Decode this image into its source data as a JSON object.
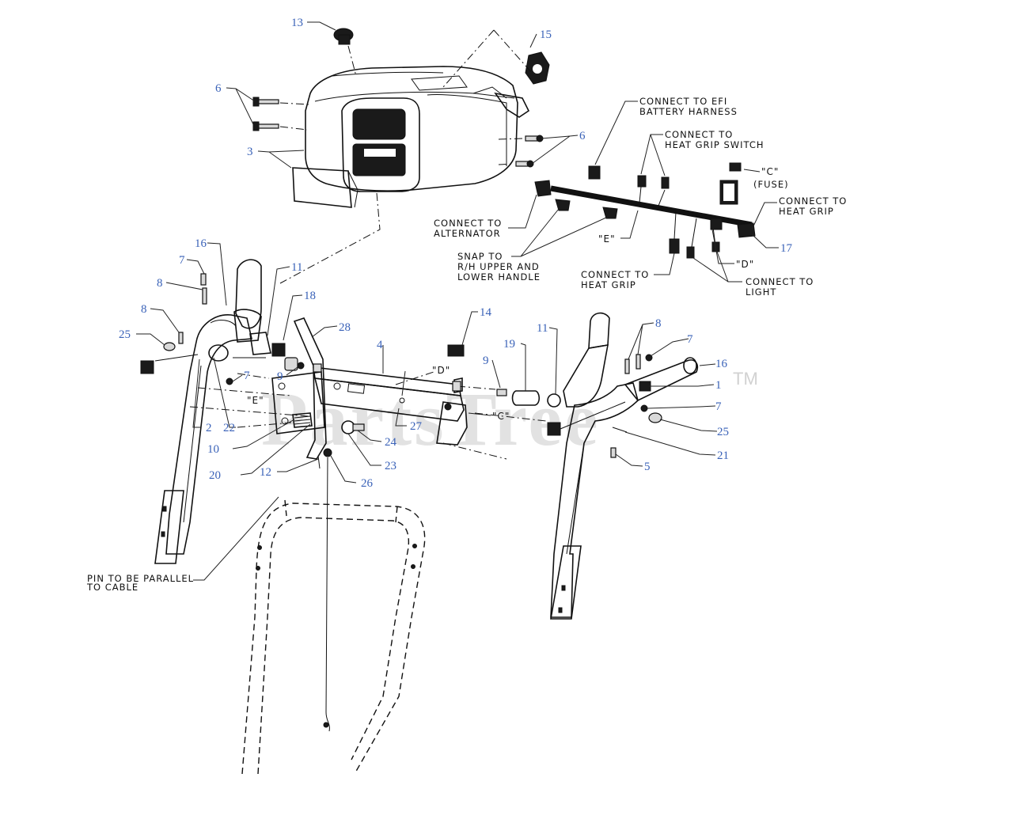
{
  "callouts": {
    "c13": "13",
    "c15": "15",
    "c6a": "6",
    "c6b": "6",
    "c3": "3",
    "c16a": "16",
    "c7a": "7",
    "c8a": "8",
    "c8b": "8",
    "c25a": "25",
    "c11a": "11",
    "c18": "18",
    "c28": "28",
    "c9a": "9",
    "c7b": "7",
    "c2": "2",
    "c22": "22",
    "c10": "10",
    "c20": "20",
    "c12": "12",
    "c26": "26",
    "c23": "23",
    "c24": "24",
    "c27": "27",
    "c4": "4",
    "c14": "14",
    "c9b": "9",
    "c19": "19",
    "c11b": "11",
    "c8c": "8",
    "c7c": "7",
    "c16b": "16",
    "c1": "1",
    "c7d": "7",
    "c25b": "25",
    "c21": "21",
    "c5": "5",
    "c17": "17"
  },
  "labels": {
    "efi_line1": "CONNECT TO EFI",
    "efi_line2": "BATTERY HARNESS",
    "heatsw_line1": "CONNECT TO",
    "heatsw_line2": "HEAT GRIP SWITCH",
    "fuse_line1": "\"C\"",
    "fuse_line2": "(FUSE)",
    "heatgrip_r_line1": "CONNECT TO",
    "heatgrip_r_line2": "HEAT GRIP",
    "alt_line1": "CONNECT TO",
    "alt_line2": "ALTERNATOR",
    "snap_line1": "SNAP TO",
    "snap_line2": "R/H UPPER AND",
    "snap_line3": "LOWER HANDLE",
    "e_harness": "\"E\"",
    "d_harness": "\"D\"",
    "heatgrip_b_line1": "CONNECT TO",
    "heatgrip_b_line2": "HEAT GRIP",
    "light_line1": "CONNECT TO",
    "light_line2": "LIGHT",
    "d_panel": "\"D\"",
    "e_panel": "\"E\"",
    "c_panel": "\"C\"",
    "pin_line1": "PIN TO BE PARALLEL",
    "pin_line2": "TO CABLE"
  },
  "watermark": {
    "text": "PartsTree",
    "tm": "TM",
    "color": "#9a9a9a"
  },
  "colors": {
    "callout": "#3a62b8",
    "line": "#111111"
  }
}
